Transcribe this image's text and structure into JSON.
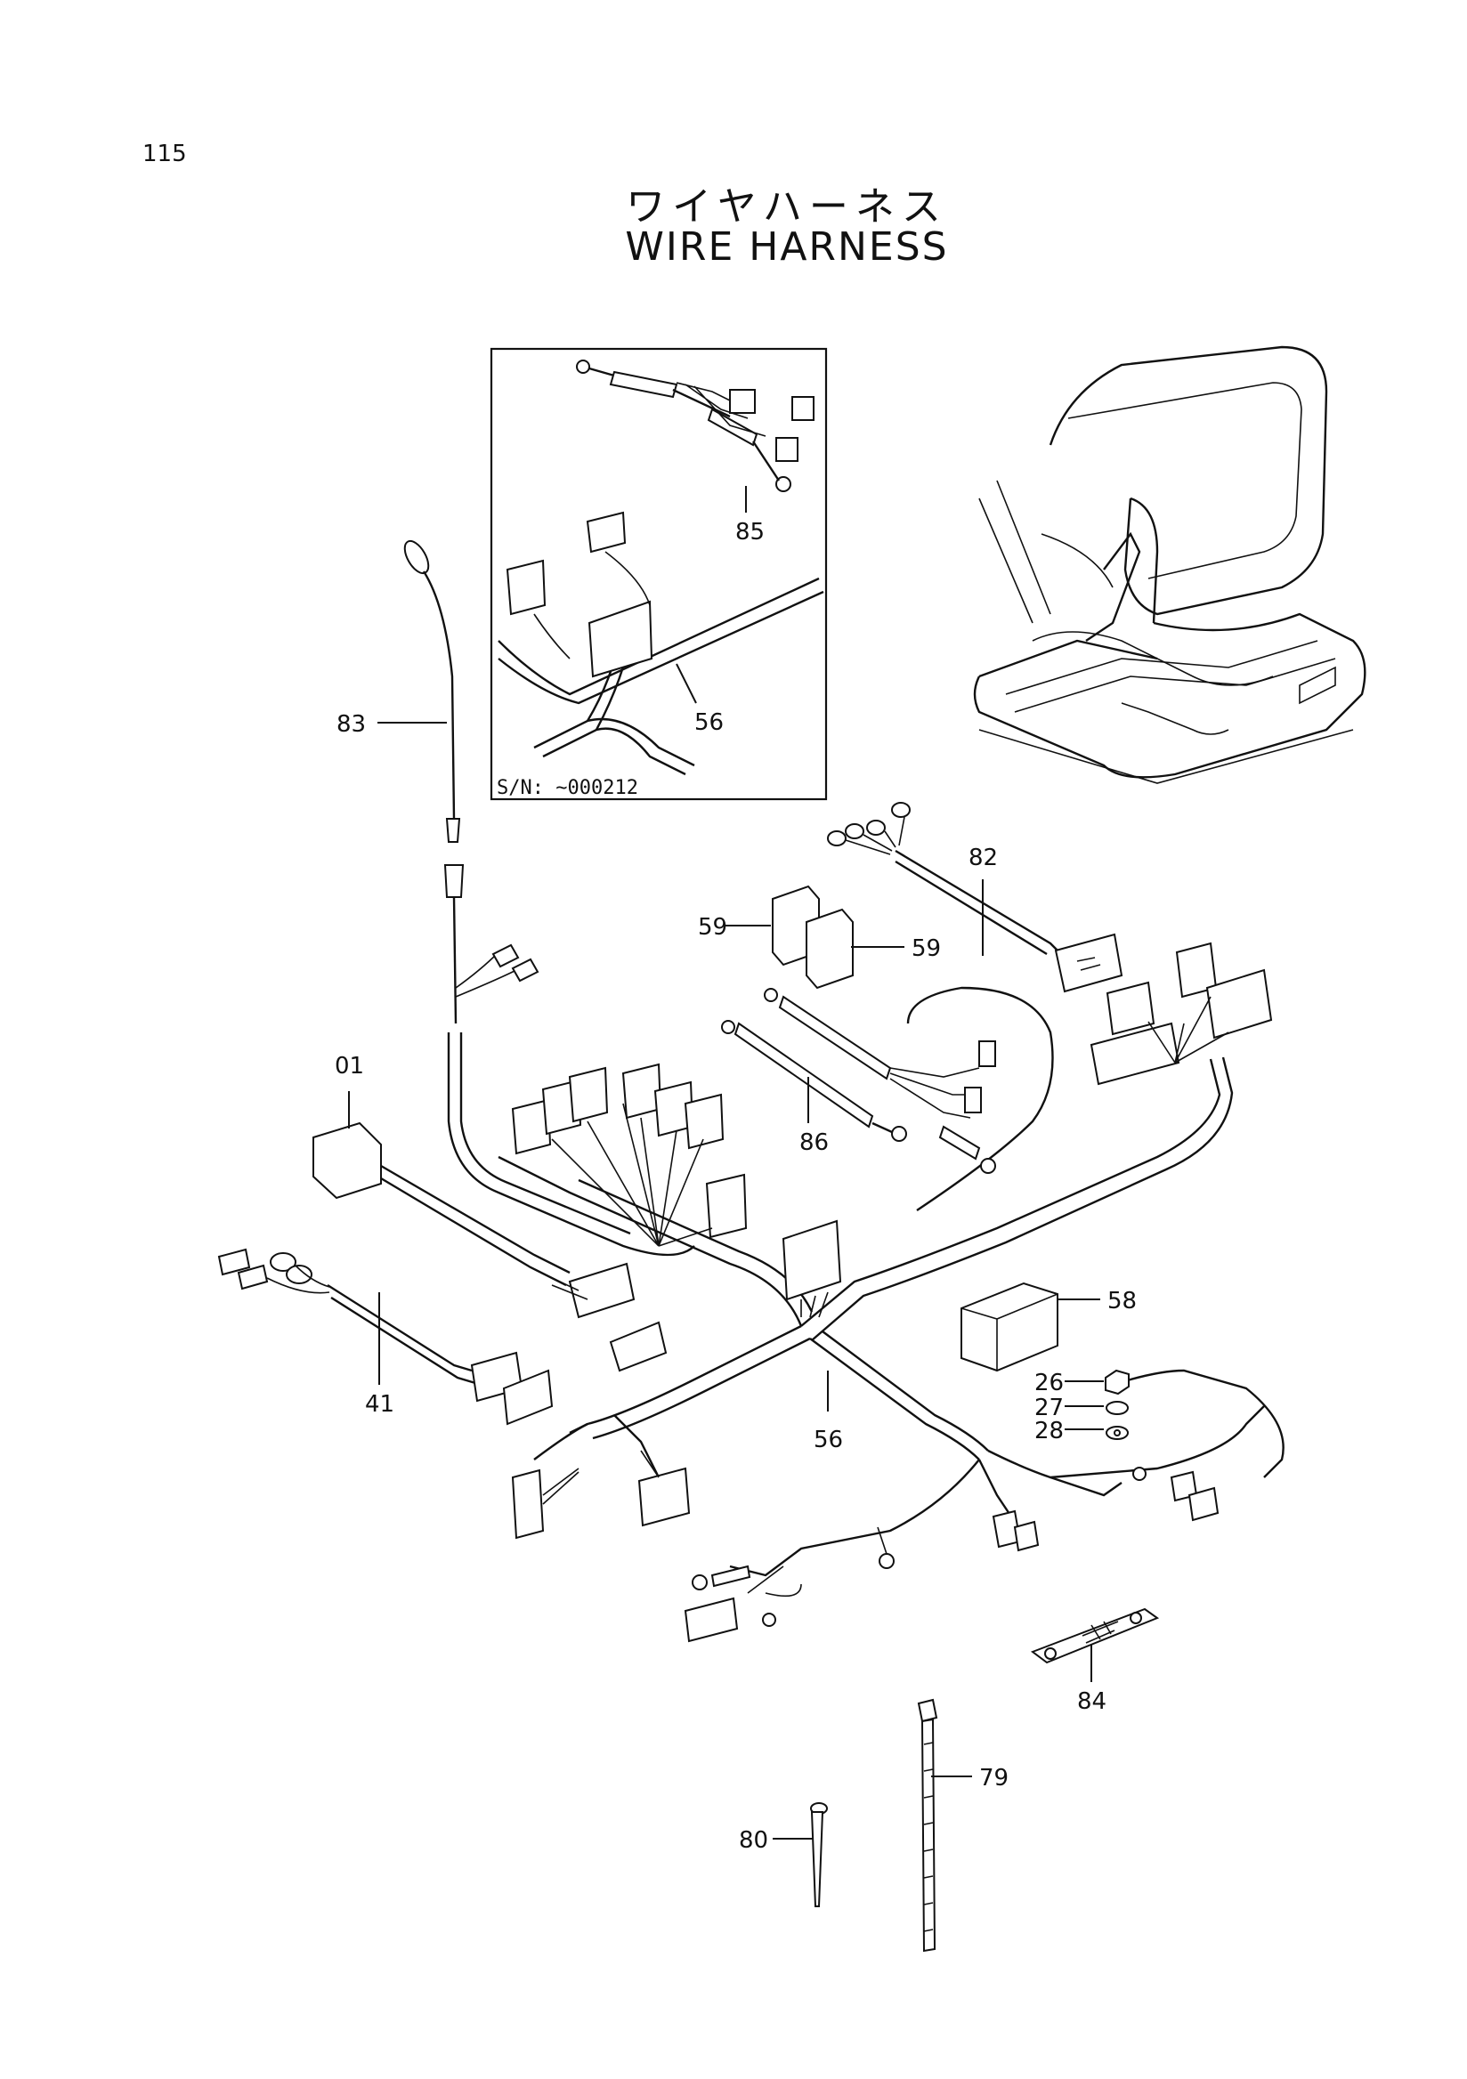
{
  "page": {
    "number": "115",
    "title_jp": "ワイヤハーネス",
    "title_en": "WIRE  HARNESS"
  },
  "inset": {
    "serial_note": "S/N:  ~000212",
    "callouts": [
      "85",
      "56"
    ]
  },
  "callouts": {
    "c01": "01",
    "c26": "26",
    "c27": "27",
    "c28": "28",
    "c41": "41",
    "c56": "56",
    "c58": "58",
    "c59a": "59",
    "c59b": "59",
    "c79": "79",
    "c80": "80",
    "c82": "82",
    "c83": "83",
    "c84": "84",
    "c86": "86"
  }
}
